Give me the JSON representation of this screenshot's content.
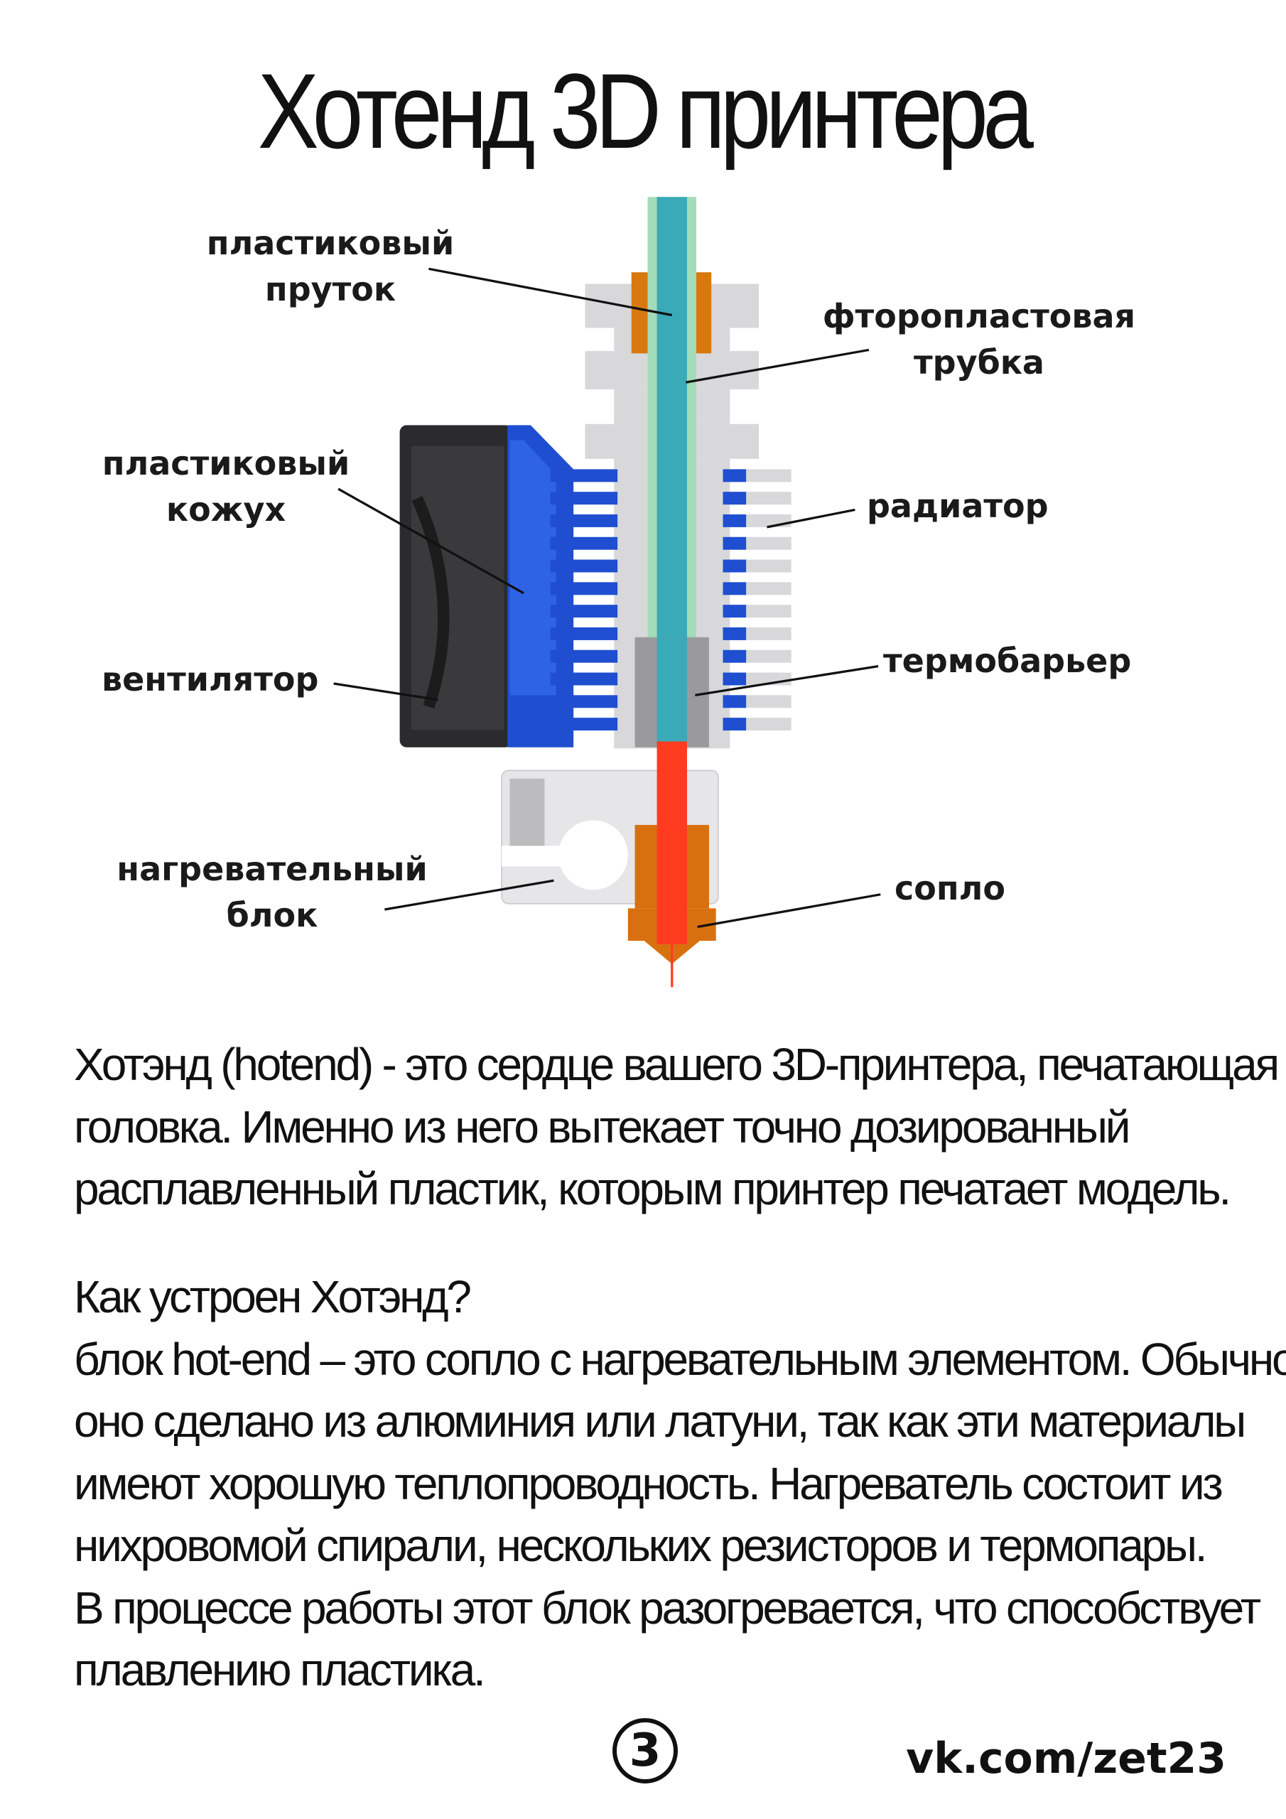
{
  "title": "Хотенд 3D принтера",
  "diagram_labels": {
    "filament": [
      "пластиковый",
      "пруток"
    ],
    "ptfe_tube": [
      "фторопластовая",
      "трубка"
    ],
    "shroud": [
      "пластиковый",
      "кожух"
    ],
    "radiator": "радиатор",
    "fan": "вентилятор",
    "heatbreak": "термобарьер",
    "heater_block": [
      "нагревательный",
      "блок"
    ],
    "nozzle": "сопло"
  },
  "intro_lines": [
    "Хотэнд (hotend) - это сердце вашего 3D-принтера, печатающая",
    "головка. Именно из него вытекает точно дозированный",
    "расплавленный пластик, которым принтер печатает модель."
  ],
  "section_lines": [
    "Как устроен Хотэнд?",
    "блок hot-end – это сопло с нагревательным элементом. Обычно",
    "оно сделано из алюминия или латуни, так как эти материалы",
    "имеют хорошую теплопроводность. Нагреватель состоит из",
    "нихровомой спирали, нескольких резисторов и термопары.",
    "В процессе работы этот блок разогревается, что способствует",
    "плавлению пластика."
  ],
  "page_number": "3",
  "site": "vk.com/zet23",
  "colors": {
    "shroud": "#1f4fd0",
    "tube": "#3aa9b8",
    "ptfe": "#a3dcb8",
    "melt": "#ff3b1f",
    "nozzle": "#d9700f",
    "metal": "#d8d8db"
  }
}
